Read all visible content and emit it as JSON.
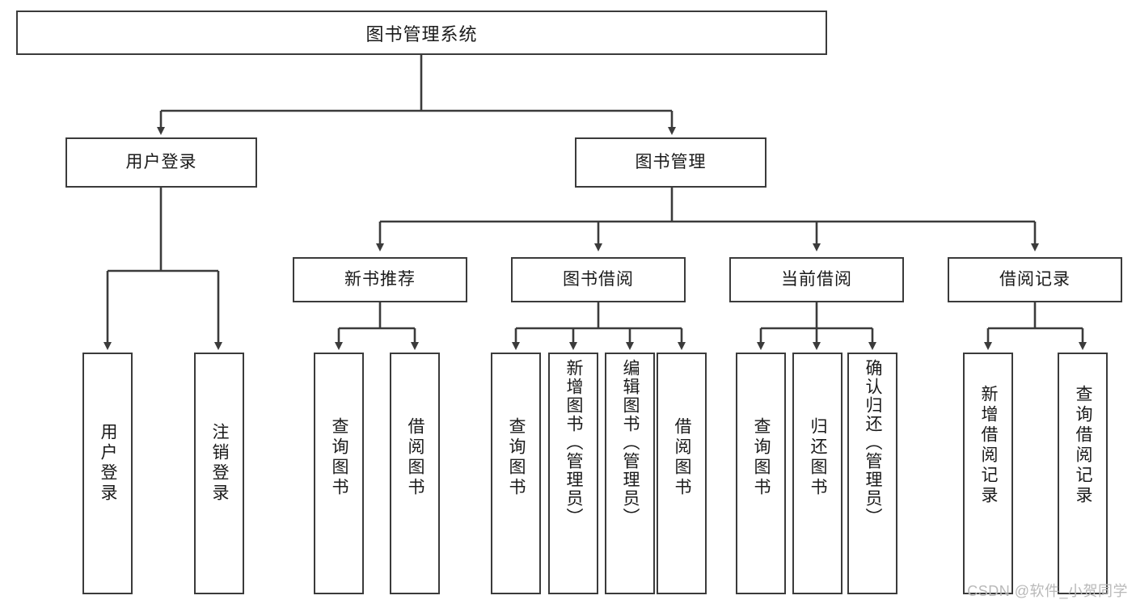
{
  "diagram": {
    "type": "tree-hierarchy",
    "title": "图书管理系统",
    "watermark": "CSDN @软件_小贺同学",
    "colors": {
      "box_border": "#3b3b3b",
      "box_fill": "#ffffff",
      "connector": "#3b3b3b",
      "text": "#1a1a1a",
      "watermark": "#b9b9b9"
    },
    "levels": {
      "root": {
        "label": "图书管理系统"
      },
      "level2": [
        {
          "id": "user-login",
          "label": "用户登录"
        },
        {
          "id": "book-management",
          "label": "图书管理"
        }
      ],
      "level3": [
        {
          "id": "new-book-recommend",
          "label": "新书推荐",
          "parent": "book-management"
        },
        {
          "id": "book-borrow",
          "label": "图书借阅",
          "parent": "book-management"
        },
        {
          "id": "current-borrow",
          "label": "当前借阅",
          "parent": "book-management"
        },
        {
          "id": "borrow-record",
          "label": "借阅记录",
          "parent": "book-management"
        }
      ],
      "leaves": [
        {
          "id": "leaf-user-login",
          "label": "用户登录",
          "parent": "user-login"
        },
        {
          "id": "leaf-logout-login",
          "label": "注销登录",
          "parent": "user-login"
        },
        {
          "id": "leaf-query-book-1",
          "label": "查询图书",
          "parent": "new-book-recommend"
        },
        {
          "id": "leaf-borrow-book-1",
          "label": "借阅图书",
          "parent": "new-book-recommend"
        },
        {
          "id": "leaf-query-book-2",
          "label": "查询图书",
          "parent": "book-borrow"
        },
        {
          "id": "leaf-add-book",
          "label": "新增图书（管理员）",
          "parent": "book-borrow"
        },
        {
          "id": "leaf-edit-book",
          "label": "编辑图书（管理员）",
          "parent": "book-borrow"
        },
        {
          "id": "leaf-borrow-book-2",
          "label": "借阅图书",
          "parent": "book-borrow"
        },
        {
          "id": "leaf-query-book-3",
          "label": "查询图书",
          "parent": "current-borrow"
        },
        {
          "id": "leaf-return-book",
          "label": "归还图书",
          "parent": "current-borrow"
        },
        {
          "id": "leaf-confirm-return",
          "label": "确认归还（管理员）",
          "parent": "current-borrow"
        },
        {
          "id": "leaf-add-record",
          "label": "新增借阅记录",
          "parent": "borrow-record"
        },
        {
          "id": "leaf-query-record",
          "label": "查询借阅记录",
          "parent": "borrow-record"
        }
      ]
    }
  }
}
